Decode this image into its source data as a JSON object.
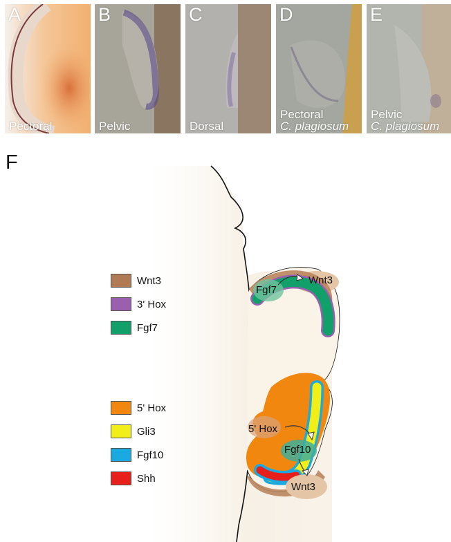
{
  "panels": [
    {
      "letter": "A",
      "name": "Pectoral",
      "name2": ""
    },
    {
      "letter": "B",
      "name": "Pelvic",
      "name2": ""
    },
    {
      "letter": "C",
      "name": "Dorsal",
      "name2": ""
    },
    {
      "letter": "D",
      "name": "Pectoral",
      "name2": "C. plagiosum"
    },
    {
      "letter": "E",
      "name": "Pelvic",
      "name2": "C. plagiosum"
    }
  ],
  "diagram": {
    "letter": "F",
    "labels": {
      "fgf7": "Fgf7",
      "wnt3_top": "Wnt3",
      "hox5": "5' Hox",
      "fgf10": "Fgf10",
      "wnt3_bottom": "Wnt3"
    }
  },
  "legend_top": [
    {
      "label": "Wnt3",
      "color": "#b07a55"
    },
    {
      "label": "3' Hox",
      "color": "#9b5fb0"
    },
    {
      "label": "Fgf7",
      "color": "#12a06a"
    }
  ],
  "legend_bottom": [
    {
      "label": "5' Hox",
      "color": "#f2870f"
    },
    {
      "label": "Gli3",
      "color": "#f2ee18"
    },
    {
      "label": "Fgf10",
      "color": "#1aa9e0"
    },
    {
      "label": "Shh",
      "color": "#e8201c"
    }
  ]
}
